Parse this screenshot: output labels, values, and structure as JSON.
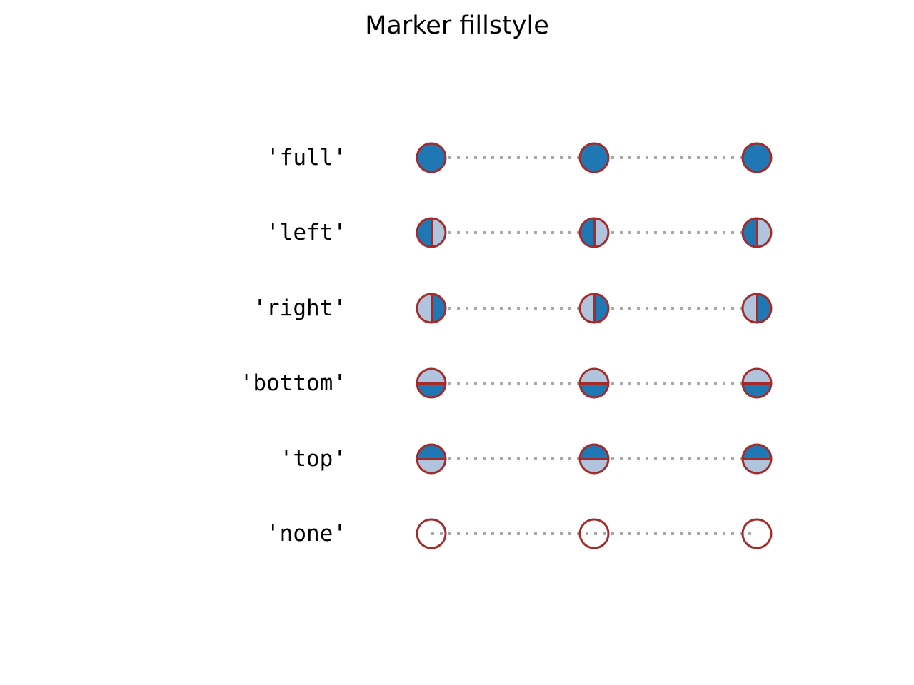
{
  "title": "Marker fillstyle",
  "rows": [
    {
      "label": "'full'",
      "fillstyle": "full"
    },
    {
      "label": "'left'",
      "fillstyle": "left"
    },
    {
      "label": "'right'",
      "fillstyle": "right"
    },
    {
      "label": "'bottom'",
      "fillstyle": "bottom"
    },
    {
      "label": "'top'",
      "fillstyle": "top"
    },
    {
      "label": "'none'",
      "fillstyle": "none"
    }
  ],
  "colors": {
    "marker_face": "#1f77b4",
    "marker_face_alt": "#b0c4de",
    "marker_edge": "#a52a2a",
    "line": "#a9a9a9",
    "background": "#ffffff",
    "text": "#000000"
  },
  "chart_data": {
    "type": "line",
    "title": "Marker fillstyle",
    "x": [
      0,
      1,
      2
    ],
    "series": [
      {
        "name": "'full'",
        "fillstyle": "full",
        "values": [
          5,
          5,
          5
        ]
      },
      {
        "name": "'left'",
        "fillstyle": "left",
        "values": [
          4,
          4,
          4
        ]
      },
      {
        "name": "'right'",
        "fillstyle": "right",
        "values": [
          3,
          3,
          3
        ]
      },
      {
        "name": "'bottom'",
        "fillstyle": "bottom",
        "values": [
          2,
          2,
          2
        ]
      },
      {
        "name": "'top'",
        "fillstyle": "top",
        "values": [
          1,
          1,
          1
        ]
      },
      {
        "name": "'none'",
        "fillstyle": "none",
        "values": [
          0,
          0,
          0
        ]
      }
    ],
    "marker": "o",
    "markers_per_row": 3,
    "linestyle": "dotted",
    "axis": "off",
    "grid": false,
    "legend_position": "none"
  }
}
